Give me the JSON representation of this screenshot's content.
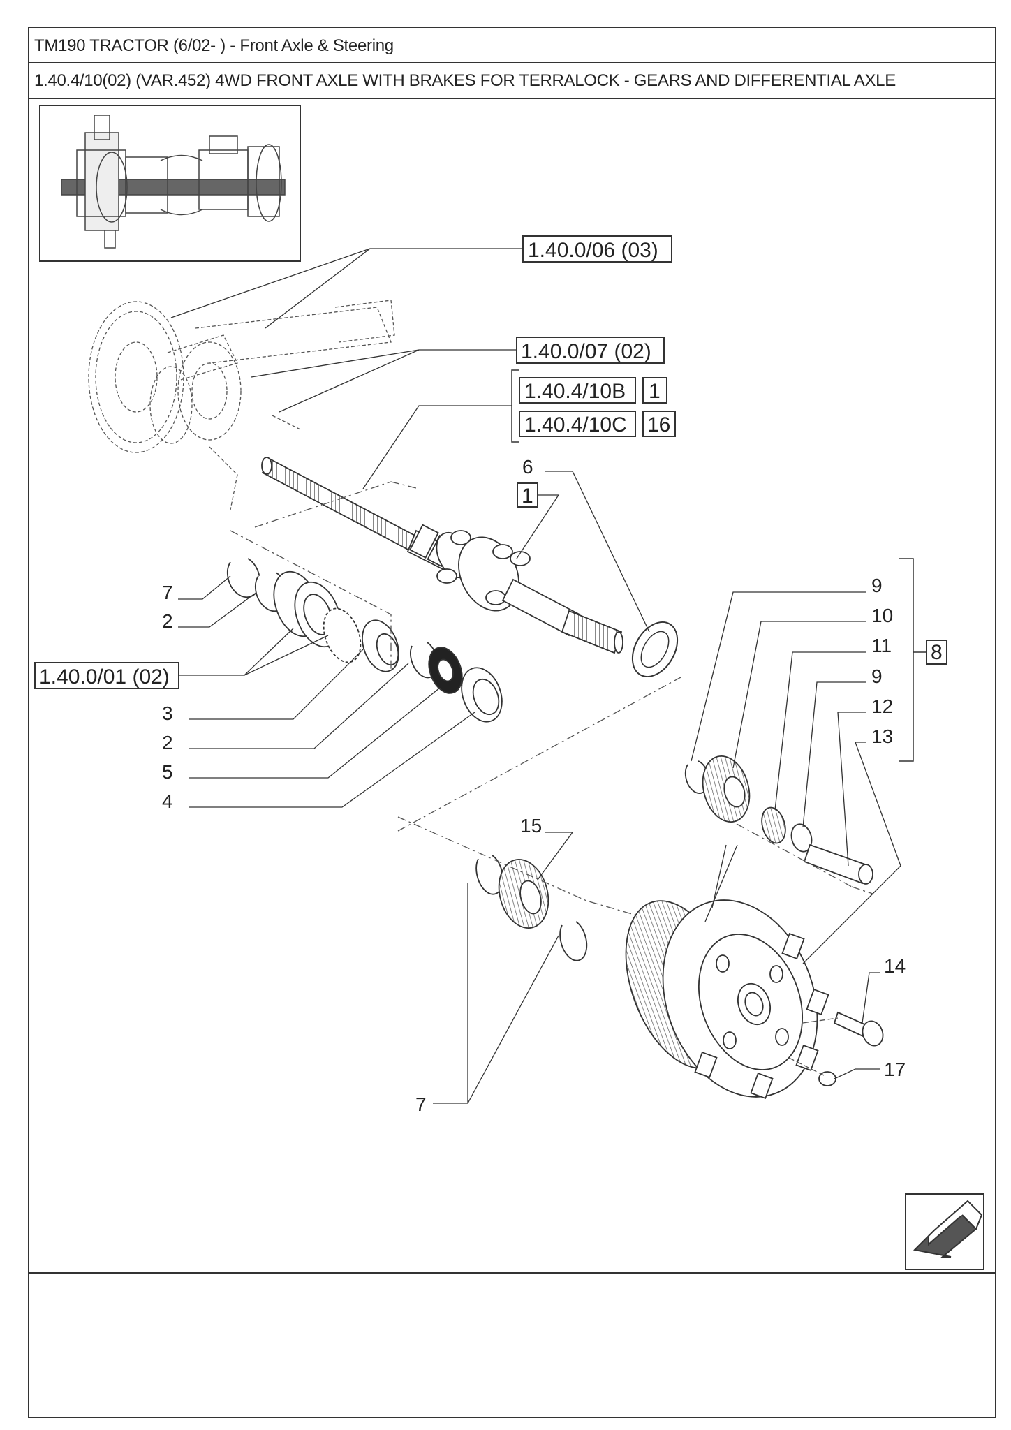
{
  "header": {
    "title": "TM190 TRACTOR (6/02- ) - Front Axle & Steering",
    "subtitle": "1.40.4/10(02) (VAR.452) 4WD FRONT AXLE WITH BRAKES FOR TERRALOCK - GEARS AND DIFFERENTIAL AXLE"
  },
  "references": {
    "ref_06": "1.40.0/06 (03)",
    "ref_07": "1.40.0/07 (02)",
    "ref_10b": "1.40.4/10B",
    "ref_10b_qty": "1",
    "ref_10c": "1.40.4/10C",
    "ref_10c_qty": "16",
    "ref_01": "1.40.0/01 (02)",
    "item6_box": "1",
    "group8_box": "8"
  },
  "callouts": {
    "c6": "6",
    "c7a": "7",
    "c2a": "2",
    "c3": "3",
    "c2b": "2",
    "c5": "5",
    "c4": "4",
    "c9a": "9",
    "c10": "10",
    "c11": "11",
    "c9b": "9",
    "c12": "12",
    "c13": "13",
    "c15": "15",
    "c14": "14",
    "c17": "17",
    "c7b": "7"
  },
  "icons": {
    "nav": "next-page-arrow-icon"
  },
  "colors": {
    "line": "#333333",
    "ink": "#222222",
    "arrow_fill": "#555555"
  }
}
